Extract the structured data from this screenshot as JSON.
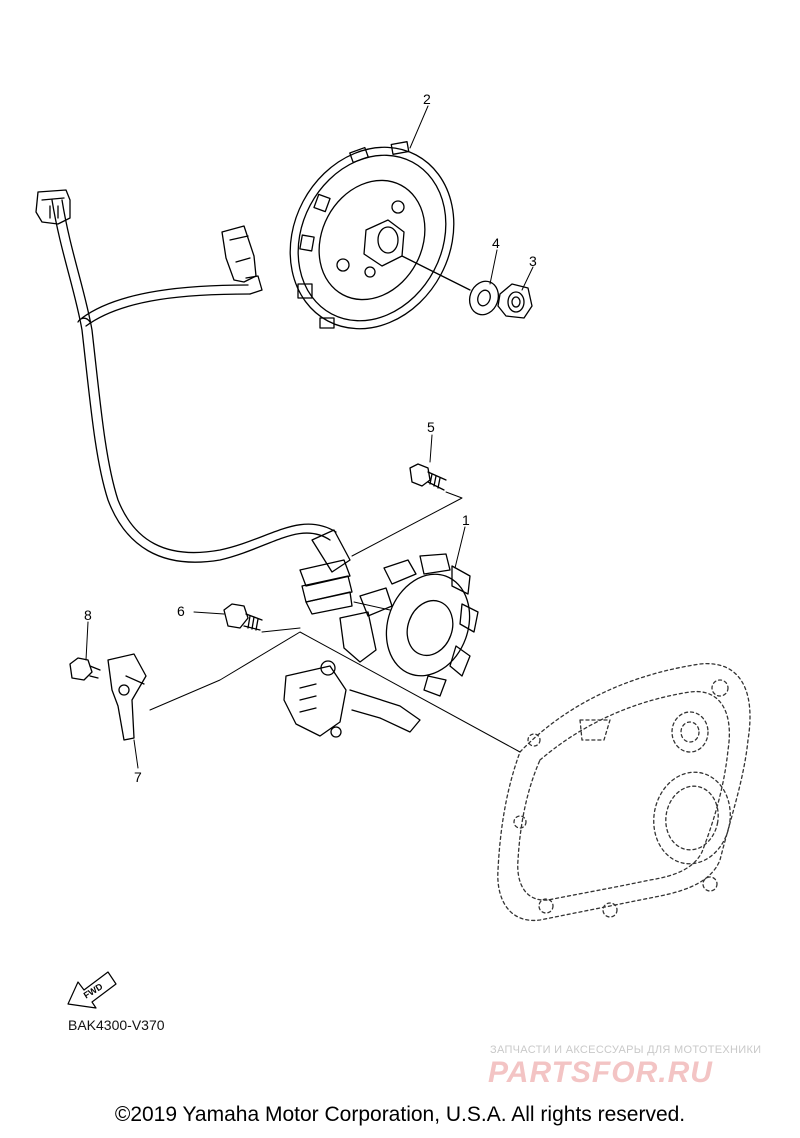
{
  "diagram": {
    "callouts": [
      "1",
      "2",
      "3",
      "4",
      "5",
      "6",
      "7",
      "8"
    ],
    "fwd_label": "FWD",
    "diagram_code": "BAK4300-V370"
  },
  "watermark": {
    "tagline": "ЗАПЧАСТИ И АКСЕССУАРЫ ДЛЯ МОТОТЕХНИКИ",
    "logo": "PARTSFOR.RU"
  },
  "footer": {
    "copyright": "©2019 Yamaha Motor Corporation, U.S.A. All rights reserved."
  }
}
